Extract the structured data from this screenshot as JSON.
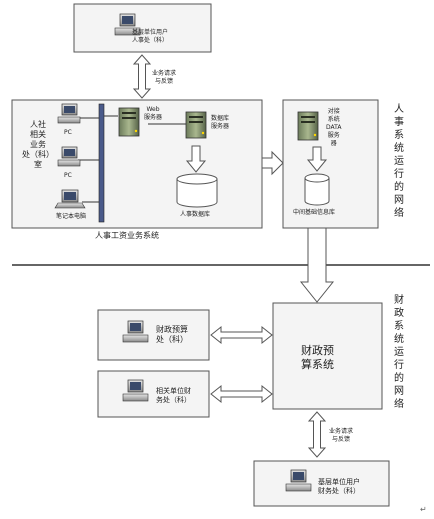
{
  "top_user": {
    "line1": "基层单位用户",
    "line2": "人事处（科）"
  },
  "top_feedback": {
    "line1": "业务请求",
    "line2": "与反馈"
  },
  "left_unit": {
    "line1": "人社",
    "line2": "相关",
    "line3": "业务",
    "line4": "处（科）",
    "line5": "室"
  },
  "pc1": "PC",
  "pc2": "PC",
  "laptop": "笔记本电脑",
  "web_server": {
    "line1": "Web",
    "line2": "服务器"
  },
  "db_server": {
    "line1": "数据库",
    "line2": "服务器"
  },
  "hr_db": "人事数据库",
  "hr_system": "人事工资业务系统",
  "exchange_server": {
    "line1": "对接",
    "line2": "系统",
    "line3": "DATA",
    "line4": "服务",
    "line5": "器"
  },
  "center_db": "中间基础信息库",
  "hr_network_label": "人事系统运行的网络",
  "finance_network_label": "财政系统运行的网络",
  "fin_budget": {
    "line1": "财政预算",
    "line2": "处（科）"
  },
  "related_fin": {
    "line1": "相关单位财",
    "line2": "务处（科）"
  },
  "fin_system": {
    "line1": "财政预",
    "line2": "算系统"
  },
  "bottom_feedback": {
    "line1": "业务请求",
    "line2": "与反馈"
  },
  "bottom_user": {
    "line1": "基层单位用户",
    "line2": "财务处（科）"
  }
}
